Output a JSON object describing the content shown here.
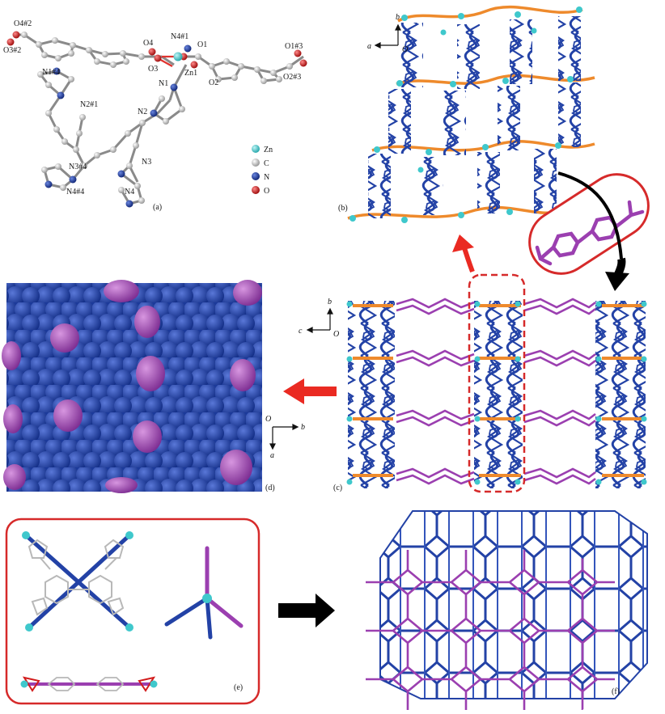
{
  "colors": {
    "zn": "#3fc8cc",
    "carbon": "#bdbdbd",
    "nitrogen": "#2845a8",
    "oxygen": "#d21c1c",
    "framework_blue": "#2342a6",
    "linker_orange": "#ee8a2c",
    "linker_magenta": "#9b3fb0",
    "frame_red": "#d62a2a",
    "arrow_black": "#000000"
  },
  "panels": {
    "a": "(a)",
    "b": "(b)",
    "c": "(c)",
    "d": "(d)",
    "e": "(e)",
    "f": "(f)"
  },
  "atom_labels": {
    "o4_2": "O4#2",
    "o3_2": "O3#2",
    "o4": "O4",
    "n4_1": "N4#1",
    "o1": "O1",
    "o1_3": "O1#3",
    "o3": "O3",
    "zn1": "Zn1",
    "o2": "O2",
    "o2_3": "O2#3",
    "n1_4": "N1#4",
    "n2_1": "N2#1",
    "n1": "N1",
    "n2": "N2",
    "n3_4": "N3#4",
    "n4_4": "N4#4",
    "n3": "N3",
    "n4": "N4"
  },
  "legend": [
    {
      "symbol": "Zn",
      "color": "#3fc8cc"
    },
    {
      "symbol": "C",
      "color": "#bdbdbd"
    },
    {
      "symbol": "N",
      "color": "#2845a8"
    },
    {
      "symbol": "O",
      "color": "#d21c1c"
    }
  ],
  "axes": {
    "b_panel": {
      "up": "b",
      "left": "a",
      "origin": "O"
    },
    "c_panel": {
      "up": "b",
      "left": "c",
      "origin": "O"
    },
    "d_panel": {
      "down": "a",
      "right": "b",
      "origin": "O"
    }
  }
}
